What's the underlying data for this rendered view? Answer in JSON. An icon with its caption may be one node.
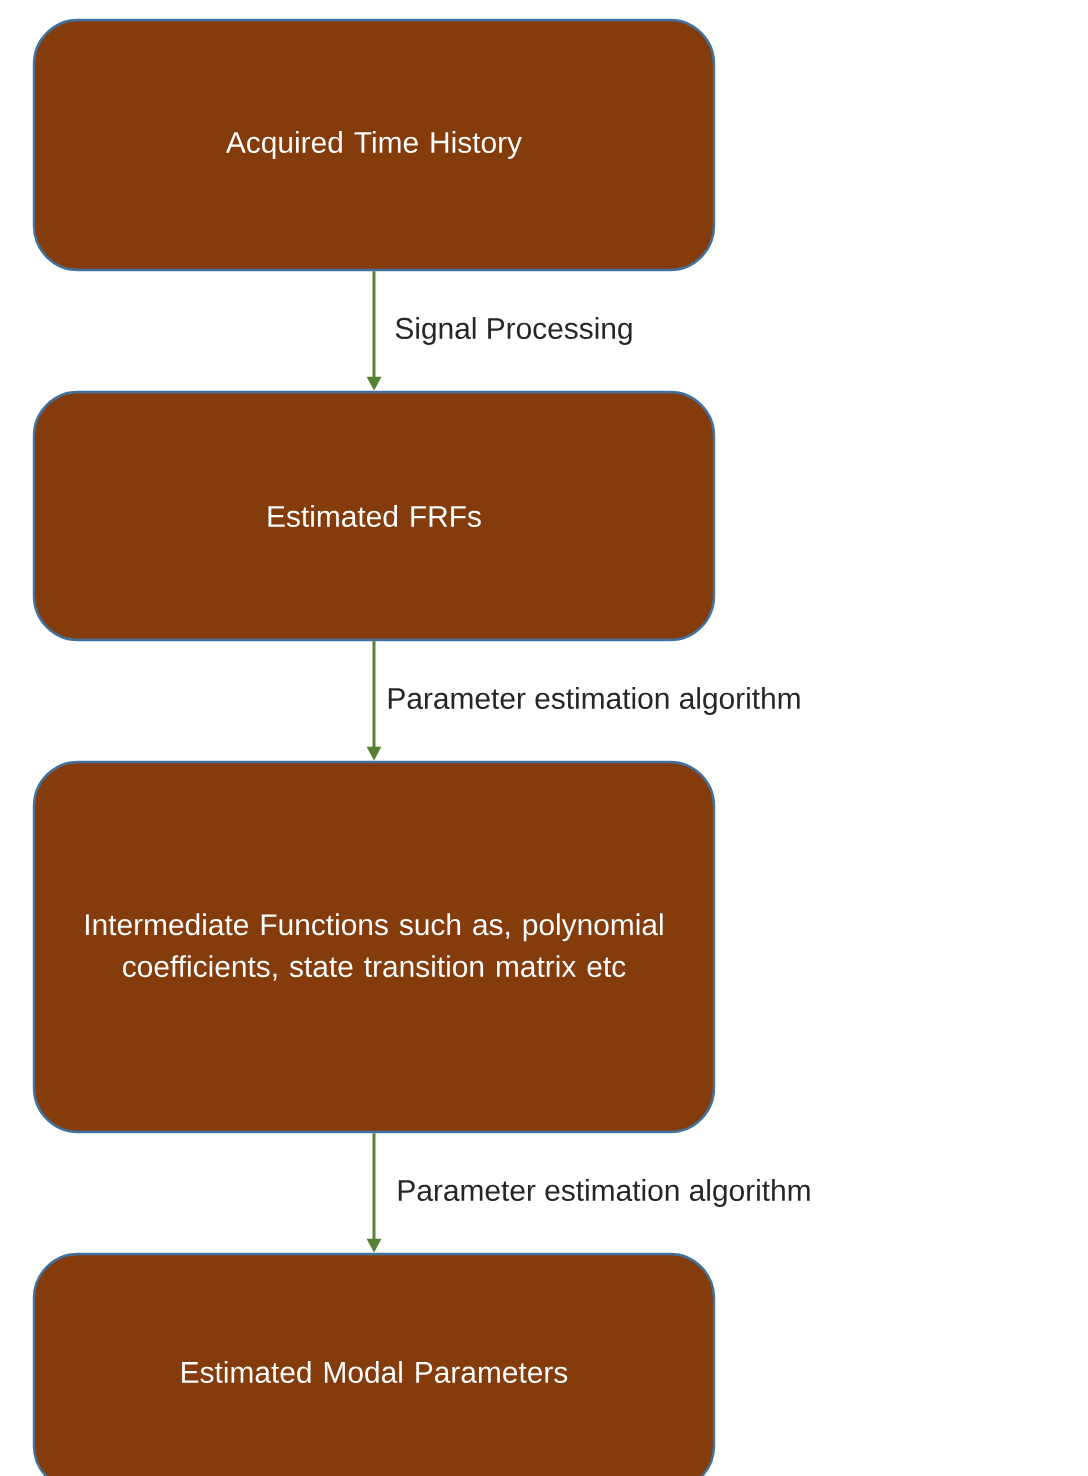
{
  "diagram": {
    "nodes": [
      {
        "text": [
          "Acquired Time History"
        ]
      },
      {
        "text": [
          "Estimated FRFs"
        ]
      },
      {
        "text": [
          "Intermediate Functions such as, polynomial coefficients, state transition matrix etc"
        ]
      },
      {
        "text": [
          "Estimated Modal Parameters"
        ]
      }
    ],
    "edges": [
      {
        "from": 0,
        "to": 1,
        "arrow": "to",
        "label": "Signal Processing"
      },
      {
        "from": 1,
        "to": 2,
        "arrow": "to",
        "label": "Parameter estimation algorithm"
      },
      {
        "from": 2,
        "to": 3,
        "arrow": "to",
        "label": "Parameter estimation algorithm"
      }
    ]
  }
}
